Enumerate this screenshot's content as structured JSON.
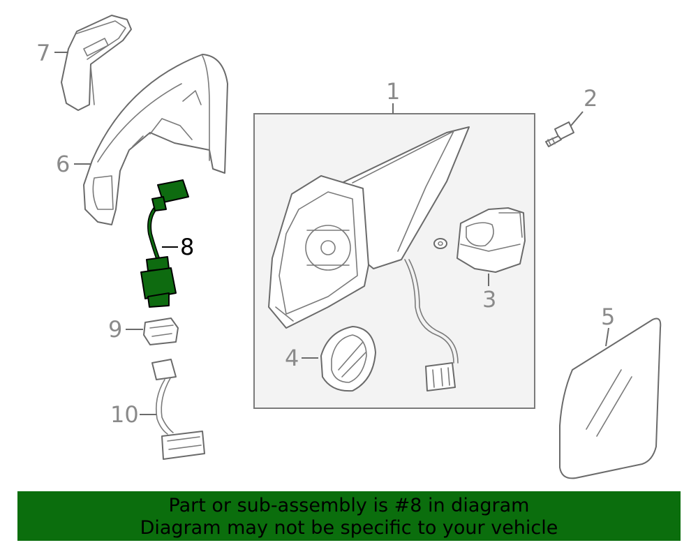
{
  "callouts": {
    "c1": "1",
    "c2": "2",
    "c3": "3",
    "c4": "4",
    "c5": "5",
    "c6": "6",
    "c7": "7",
    "c8": "8",
    "c9": "9",
    "c10": "10"
  },
  "highlighted_part": "8",
  "colors": {
    "highlight": "#0e6b10",
    "banner": "#0b6e0d",
    "line_art": "#6a6a6a"
  },
  "banner": {
    "line1": "Part or sub-assembly is #8 in diagram",
    "line2": "Diagram may not be specific to your vehicle"
  }
}
